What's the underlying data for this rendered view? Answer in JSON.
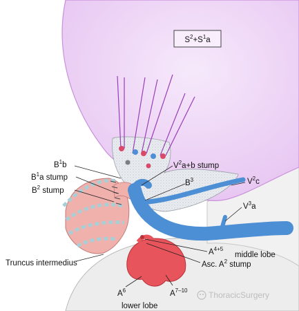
{
  "segment_box": {
    "main": "S",
    "sup1": "2",
    "mid": "+S",
    "sup2": "1",
    "tail": "a"
  },
  "labels": {
    "b1b": {
      "main": "B",
      "sup": "1",
      "tail": "b"
    },
    "b1a_stump": {
      "main": "B",
      "sup": "1",
      "tail": "a stump"
    },
    "b2_stump": {
      "main": "B",
      "sup": "2",
      "tail": " stump"
    },
    "v2ab_stump": {
      "main": "V",
      "sup": "2",
      "tail": "a+b stump"
    },
    "b3": {
      "main": "B",
      "sup": "3",
      "tail": ""
    },
    "v2c": {
      "main": "V",
      "sup": "2",
      "tail": "c"
    },
    "v3a": {
      "main": "V",
      "sup": "3",
      "tail": "a"
    },
    "a45": {
      "main": "A",
      "sup": "4+5",
      "tail": ""
    },
    "middle_lobe": "middle lobe",
    "truncus": "Truncus intermedius",
    "asc_a2": {
      "main": "Asc. A",
      "sup": "2",
      "tail": " stump"
    },
    "a6": {
      "main": "A",
      "sup": "6",
      "tail": ""
    },
    "a710": {
      "main": "A",
      "sup": "7–10",
      "tail": ""
    },
    "lower_lobe": "lower lobe"
  },
  "watermark": "ThoracicSurgery",
  "colors": {
    "lobe_fill": "#eed5f5",
    "lobe_stroke": "#c98fdc",
    "cut_surface": "#e6e9ee",
    "vein": "#4d8fd4",
    "artery": "#e8545b",
    "bronchus": "#f0b0ac",
    "cartilage": "#a9cfd6",
    "suture": "#9a3db8"
  }
}
